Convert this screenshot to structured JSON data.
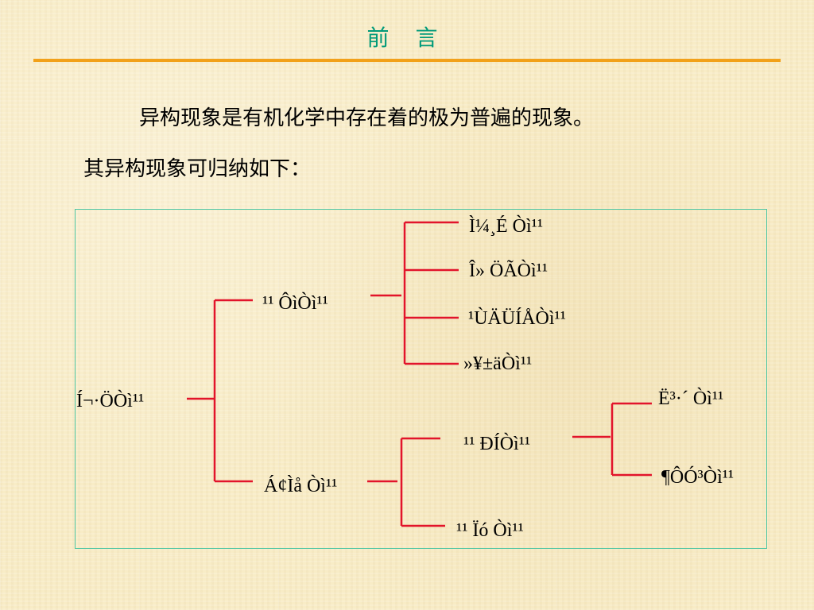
{
  "slide": {
    "title": "前 言",
    "paragraph_1": "异构现象是有机化学中存在着的极为普遍的现象。",
    "paragraph_2": "其异构现象可归纳如下："
  },
  "tree": {
    "root": "Í¬·ÖÒì¹¹",
    "level1": {
      "a": "¹¹ ÔìÒì¹¹",
      "b": "Á¢Ìå Òì¹¹"
    },
    "level2": {
      "a1": "Ì¼¸É Òì¹¹",
      "a2": "Î» ÖÃÒì¹¹",
      "a3": "¹ÙÄÜÍÅÒì¹¹",
      "a4": "»¥±äÒì¹¹",
      "b1": "¹¹ ÐÍÒì¹¹",
      "b2": "¹¹ Ïó Òì¹¹"
    },
    "level3": {
      "c1": "Ë³·´ Òì¹¹",
      "c2": "¶ÔÓ³Òì¹¹"
    }
  },
  "colors": {
    "title": "#009a79",
    "rule": "#f2a11a",
    "box_border": "#4fc6a3",
    "connector": "#e2142b"
  }
}
